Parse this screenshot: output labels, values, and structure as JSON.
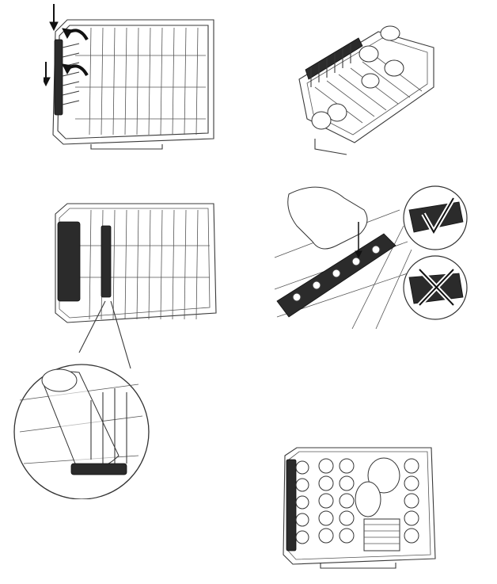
{
  "figures": [
    {
      "id": "fig-1",
      "name": "rack-flaps-folding",
      "icons": [
        "down-arrow-icon",
        "curved-arrow-icon"
      ]
    },
    {
      "id": "fig-2",
      "name": "cup-rack-angled-view"
    },
    {
      "id": "fig-3",
      "name": "rack-with-glass-holder-magnified"
    },
    {
      "id": "fig-4",
      "name": "hand-inserting-holder",
      "icons": [
        "check-mark-icon",
        "cross-mark-icon"
      ]
    },
    {
      "id": "fig-5",
      "name": "loaded-rack-top-view"
    }
  ]
}
